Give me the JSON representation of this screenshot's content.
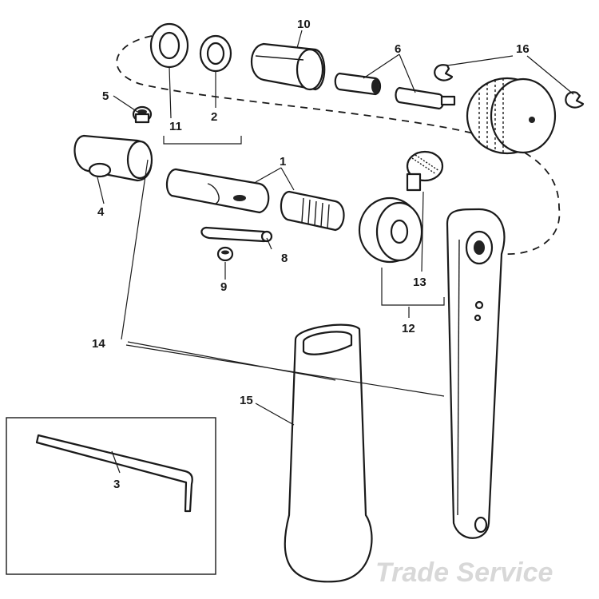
{
  "labels": {
    "n1": "1",
    "n2": "2",
    "n3": "3",
    "n4": "4",
    "n5": "5",
    "n6": "6",
    "n8": "8",
    "n9": "9",
    "n10": "10",
    "n11": "11",
    "n12": "12",
    "n13": "13",
    "n14": "14",
    "n15": "15",
    "n16": "16"
  },
  "watermark": "Trade Service",
  "colors": {
    "ink": "#1a1a1a",
    "paper": "#ffffff",
    "watermark": "#d8d8d8"
  }
}
